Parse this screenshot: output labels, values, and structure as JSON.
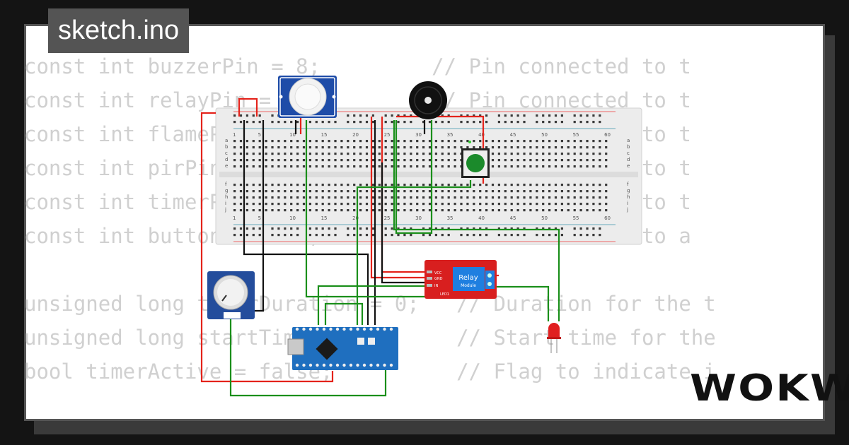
{
  "window": {
    "title": "sketch.ino",
    "brand": "WOKWi"
  },
  "code": {
    "lines": [
      "const int buzzerPin = 8;         // Pin connected to t",
      "const int relayPin = 9;          // Pin connected to t",
      "const int flamePin = 2;          // Pin connected to t",
      "const int pirPin = 4;            // Pin connected to t",
      "const int timerPin = A0;         // Pin connected to t",
      "const int buttonPin = 3;         // Pin connected to a",
      "",
      "unsigned long timerDuration = 0;   // Duration for the t",
      "unsigned long startTime = 0;       // Start time for the",
      "bool timerActive = false;          // Flag to indicate i"
    ]
  },
  "breadboard": {
    "column_numbers": [
      "1",
      "5",
      "10",
      "15",
      "20",
      "25",
      "30",
      "35",
      "40",
      "45",
      "50",
      "55",
      "60"
    ],
    "row_letters_top": [
      "a",
      "b",
      "c",
      "d",
      "e"
    ],
    "row_letters_bottom": [
      "f",
      "g",
      "h",
      "i",
      "j"
    ]
  },
  "relay": {
    "label": "Relay",
    "sublabel": "Module",
    "pins": [
      "VCC",
      "GND",
      "IN",
      "LED1"
    ]
  },
  "colors": {
    "wire_red": "#e4231b",
    "wire_black": "#111111",
    "wire_green": "#1a8f1a",
    "relay_board": "#d81f1f",
    "pot_board": "#244d9c",
    "nano_board": "#1f6fbf",
    "pir_board": "#1e4ca8",
    "breadboard": "#ededed"
  },
  "icons": {
    "pir": "pir-sensor-icon",
    "buzzer": "buzzer-icon",
    "button": "pushbutton-icon",
    "pot": "potentiometer-icon",
    "led": "led-icon",
    "nano": "arduino-nano-icon"
  }
}
